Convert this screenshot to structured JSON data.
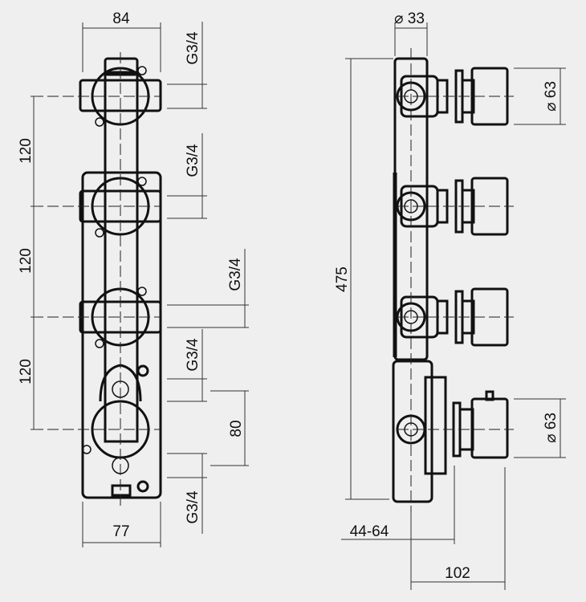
{
  "front_view": {
    "width_top": "84",
    "width_bottom": "77",
    "spacings": [
      "120",
      "120",
      "120"
    ],
    "spacing_lower": "80",
    "threads": [
      "G3/4",
      "G3/4",
      "G3/4",
      "G3/4",
      "G3/4"
    ]
  },
  "side_view": {
    "pipe_diameter": "⌀ 33",
    "height": "475",
    "knob_diameter_top": "⌀ 63",
    "knob_diameter_bottom": "⌀ 63",
    "depth_range": "44-64",
    "depth_total": "102"
  }
}
